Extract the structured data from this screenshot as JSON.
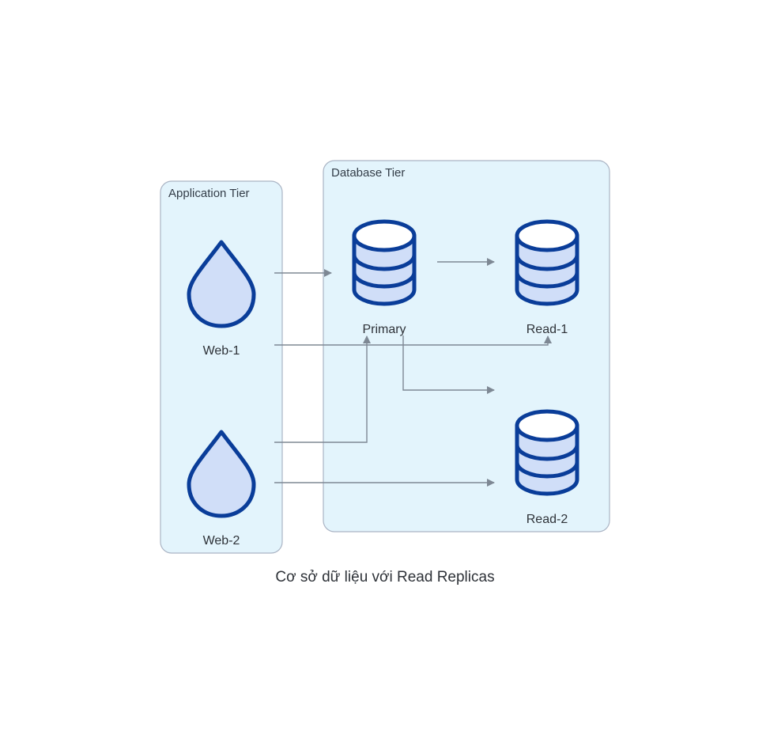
{
  "title": "Cơ sở dữ liệu với Read Replicas",
  "clusters": {
    "app": {
      "label": "Application Tier"
    },
    "db": {
      "label": "Database Tier"
    }
  },
  "nodes": {
    "web1": {
      "label": "Web-1",
      "icon": "drop-icon"
    },
    "web2": {
      "label": "Web-2",
      "icon": "drop-icon"
    },
    "primary": {
      "label": "Primary",
      "icon": "database-icon"
    },
    "read1": {
      "label": "Read-1",
      "icon": "database-icon"
    },
    "read2": {
      "label": "Read-2",
      "icon": "database-icon"
    }
  },
  "edges": [
    {
      "from": "Web-1",
      "to": "Primary"
    },
    {
      "from": "Web-1",
      "to": "Read-1"
    },
    {
      "from": "Web-2",
      "to": "Primary"
    },
    {
      "from": "Web-2",
      "to": "Read-2"
    },
    {
      "from": "Primary",
      "to": "Read-1"
    },
    {
      "from": "Primary",
      "to": "Read-2"
    }
  ],
  "colors": {
    "cluster_fill": "#e3f4fc",
    "icon_fill": "#d0def8",
    "icon_stroke": "#0a3d99",
    "edge": "#7e8894"
  }
}
